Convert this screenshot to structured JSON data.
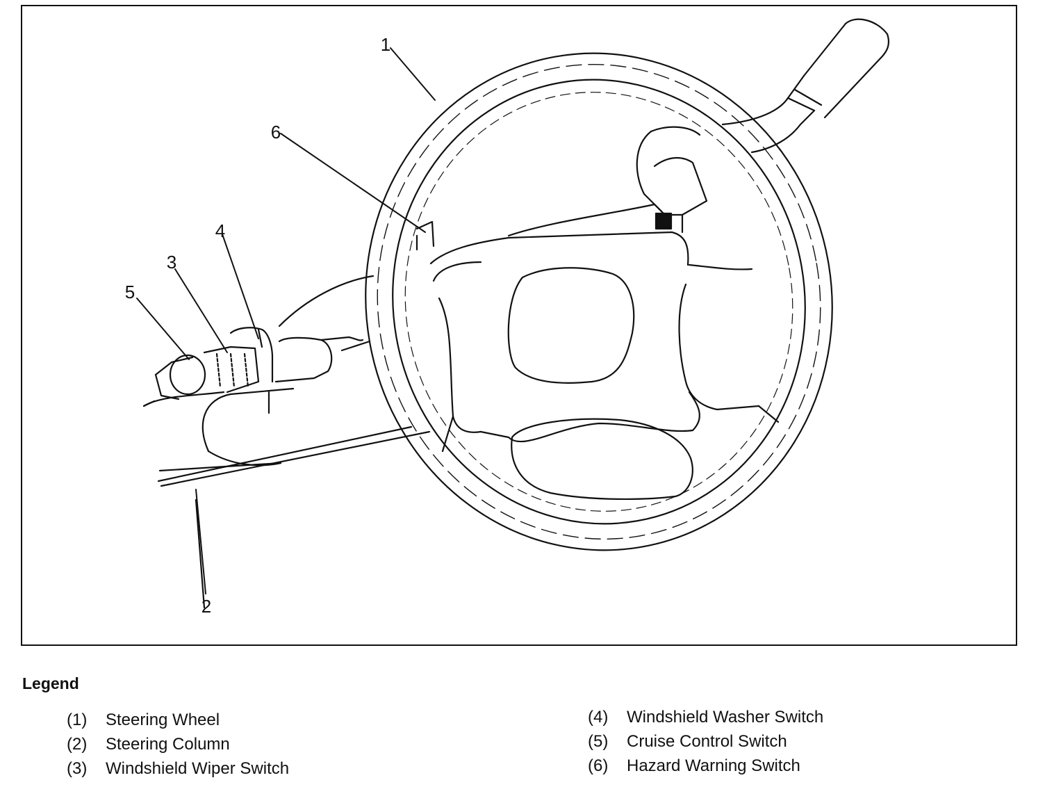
{
  "callouts": [
    "1",
    "2",
    "3",
    "4",
    "5",
    "6"
  ],
  "legend": {
    "title": "Legend",
    "items": [
      {
        "num": "(1)",
        "label": "Steering Wheel"
      },
      {
        "num": "(2)",
        "label": "Steering Column"
      },
      {
        "num": "(3)",
        "label": "Windshield Wiper Switch"
      },
      {
        "num": "(4)",
        "label": "Windshield Washer Switch"
      },
      {
        "num": "(5)",
        "label": "Cruise Control Switch"
      },
      {
        "num": "(6)",
        "label": "Hazard Warning Switch"
      }
    ]
  },
  "colors": {
    "ink": "#111111",
    "background": "#ffffff"
  }
}
